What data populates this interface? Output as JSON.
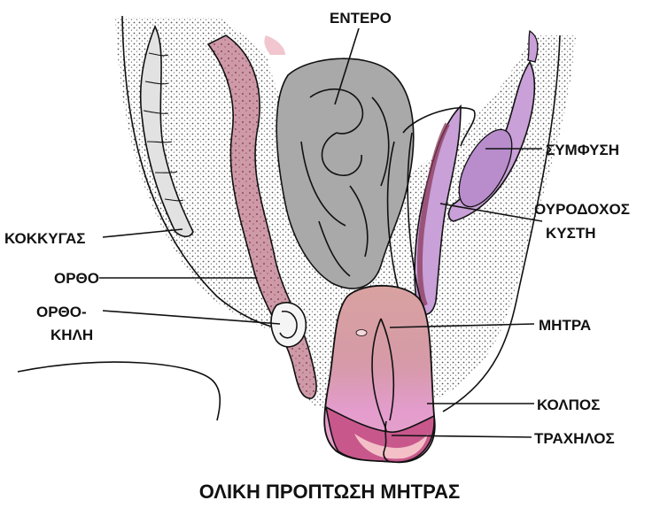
{
  "labels": {
    "entero": "ΕΝΤΕΡΟ",
    "symfysi": "ΣΥΜΦΥΣΗ",
    "ourodoxos_line1": "ΟΥΡΟΔΟΧΟΣ",
    "ourodoxos_line2": "ΚΥΣΤΗ",
    "kokkygas": "ΚΟΚΚΥΓΑΣ",
    "ortho": "ΟΡΘΟ",
    "orthokili_line1": "ΟΡΘΟ-",
    "orthokili_line2": "ΚΗΛΗ",
    "mitra": "ΜΗΤΡΑ",
    "kolpos": "ΚΟΛΠΟΣ",
    "trachilos": "ΤΡΑΧΗΛΟΣ"
  },
  "caption": "ΟΛΙΚΗ ΠΡΟΠΤΩΣΗ ΜΗΤΡΑΣ",
  "colors": {
    "intestine": "#a9a9a9",
    "uterus_top": "#d49a9a",
    "uterus_mid": "#e29ac4",
    "cervix": "#c8588c",
    "cervix_light": "#f4c0c8",
    "bladder": "#c9a0d8",
    "rectum": "#c98e9e",
    "bone": "#e2e2e2",
    "tissue": "#ffffff",
    "outline": "#111111"
  }
}
